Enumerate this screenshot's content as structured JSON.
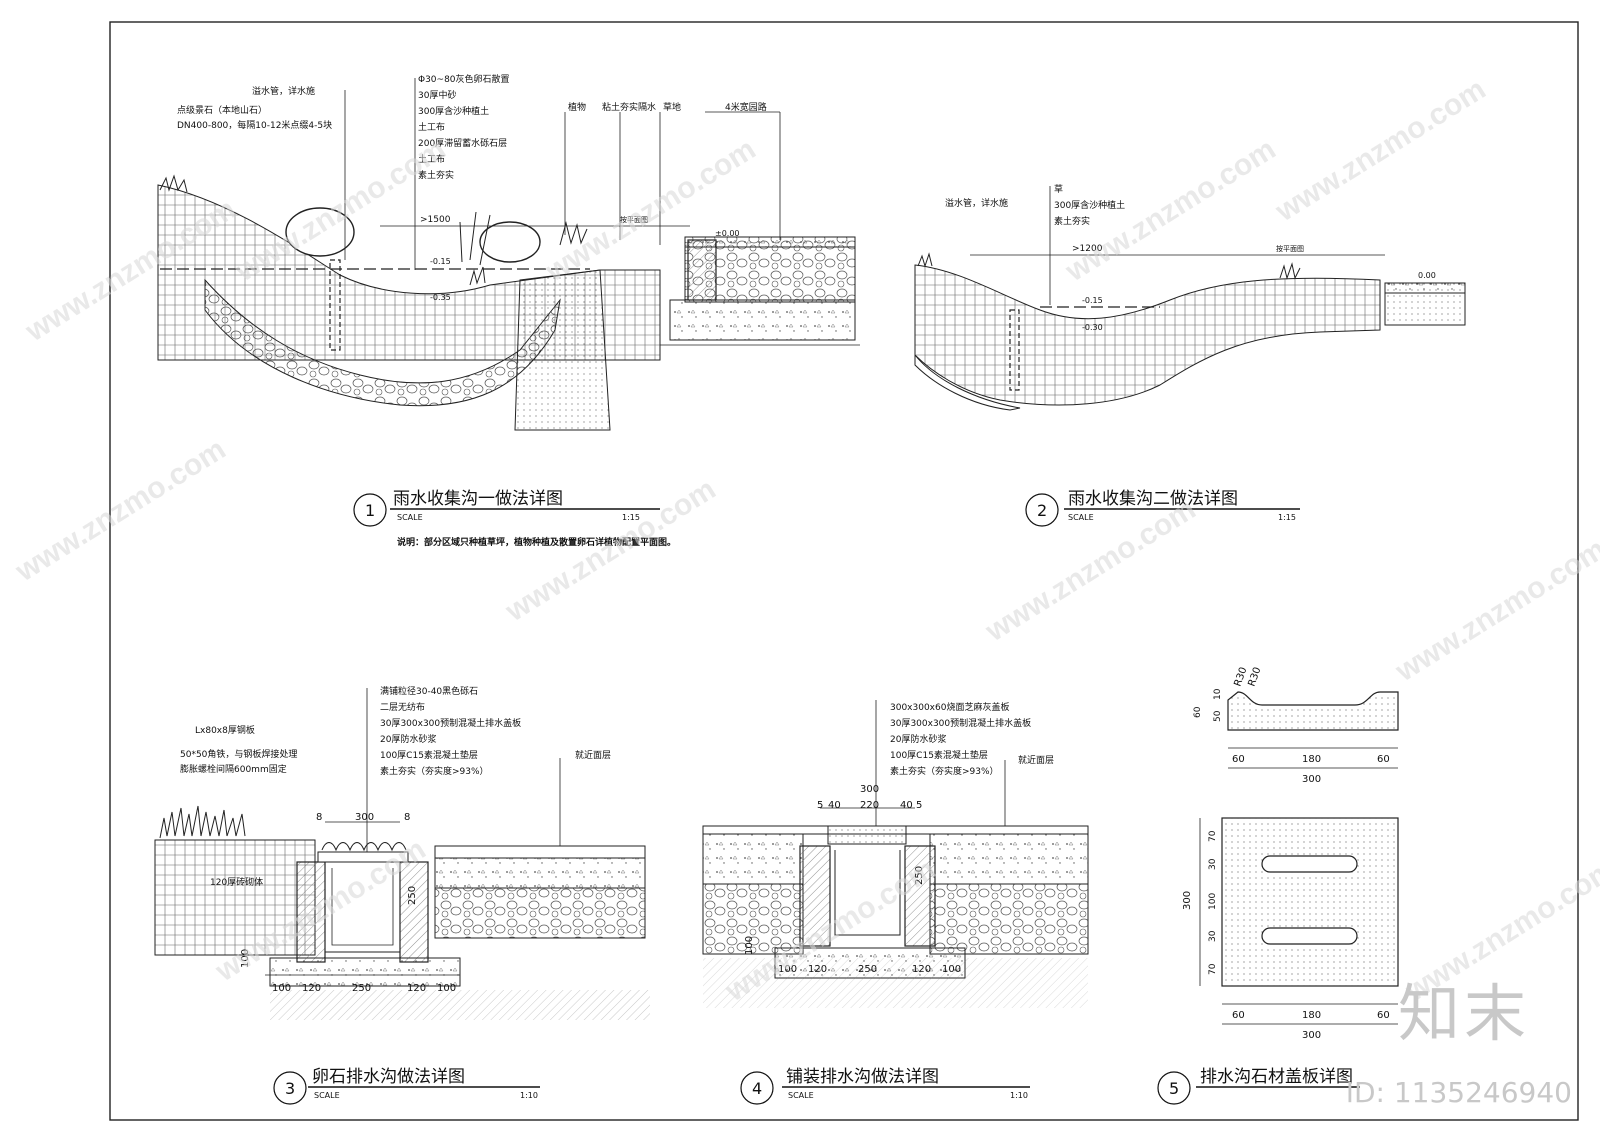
{
  "watermark": "www.znzmo.com",
  "brand": "知末",
  "doc_id": "ID: 1135246940",
  "details": [
    {
      "num": "1",
      "title": "雨水收集沟一做法详图",
      "scale_label": "SCALE",
      "scale": "1:15"
    },
    {
      "num": "2",
      "title": "雨水收集沟二做法详图",
      "scale_label": "SCALE",
      "scale": "1:15"
    },
    {
      "num": "3",
      "title": "卵石排水沟做法详图",
      "scale_label": "SCALE",
      "scale": "1:10"
    },
    {
      "num": "4",
      "title": "铺装排水沟做法详图",
      "scale_label": "SCALE",
      "scale": "1:10"
    },
    {
      "num": "5",
      "title": "排水沟石材盖板详图",
      "scale_label": "",
      "scale": ""
    }
  ],
  "note": "说明：部分区域只种植草坪，植物种植及散置卵石详植物配置平面图。",
  "d1": {
    "callout_overflow": "溢水管，详水施",
    "callout_rock": [
      "点级景石（本地山石）",
      "DN400-800，每隔10-12米点缀4-5块"
    ],
    "layers": [
      "Φ30~80灰色卵石散置",
      "30厚中砂",
      "300厚含沙种植土",
      "土工布",
      "200厚滞留蓄水砾石层",
      "土工布",
      "素土夯实"
    ],
    "plants": "植物",
    "clay": "粘土夯实隔水",
    "grass": "草地",
    "road": "4米宽园路",
    "width": ">1500",
    "plan_ref": "按平面图",
    "elev0": "±0.00",
    "elev1": "-0.15",
    "elev2": "-0.35"
  },
  "d2": {
    "callout_overflow": "溢水管，详水施",
    "layers": [
      "草",
      "300厚含沙种植土",
      "素土夯实"
    ],
    "width": ">1200",
    "plan_ref": "按平面图",
    "elev0": "0.00",
    "elev1": "-0.15",
    "elev2": "-0.30"
  },
  "d3": {
    "layers": [
      "满铺粒径30-40黑色砾石",
      "二层无纺布",
      "30厚300x300预制混凝土排水盖板",
      "20厚防水砂浆",
      "100厚C15素混凝土垫层",
      "素土夯实（夯实度>93%）"
    ],
    "left_callouts": [
      "Lx80x8厚钢板",
      "50*50角铁，与钢板焊接处理",
      "膨胀螺栓间隔600mm固定"
    ],
    "paving": "就近面层",
    "wall": "120厚砖砌体",
    "dims_top": [
      "8",
      "300",
      "8"
    ],
    "depth": "250",
    "base": "100",
    "dims_bottom": [
      "100",
      "120",
      "250",
      "120",
      "100"
    ]
  },
  "d4": {
    "layers": [
      "300x300x60烧面芝麻灰盖板",
      "30厚300x300预制混凝土排水盖板",
      "20厚防水砂浆",
      "100厚C15素混凝土垫层",
      "素土夯实（夯实度>93%）"
    ],
    "paving": "就近面层",
    "dims_top_total": "300",
    "dims_top": [
      "5",
      "40",
      "220",
      "40",
      "5"
    ],
    "depth": "250",
    "base": "100",
    "dims_bottom": [
      "100",
      "120",
      "250",
      "120",
      "100"
    ]
  },
  "d5": {
    "radius": [
      "R30",
      "R30"
    ],
    "side_dims": [
      "10",
      "50",
      "60"
    ],
    "dims": [
      "60",
      "180",
      "60"
    ],
    "total": "300",
    "plan_side": [
      "70",
      "30",
      "100",
      "30",
      "70"
    ],
    "plan_total": "300"
  }
}
